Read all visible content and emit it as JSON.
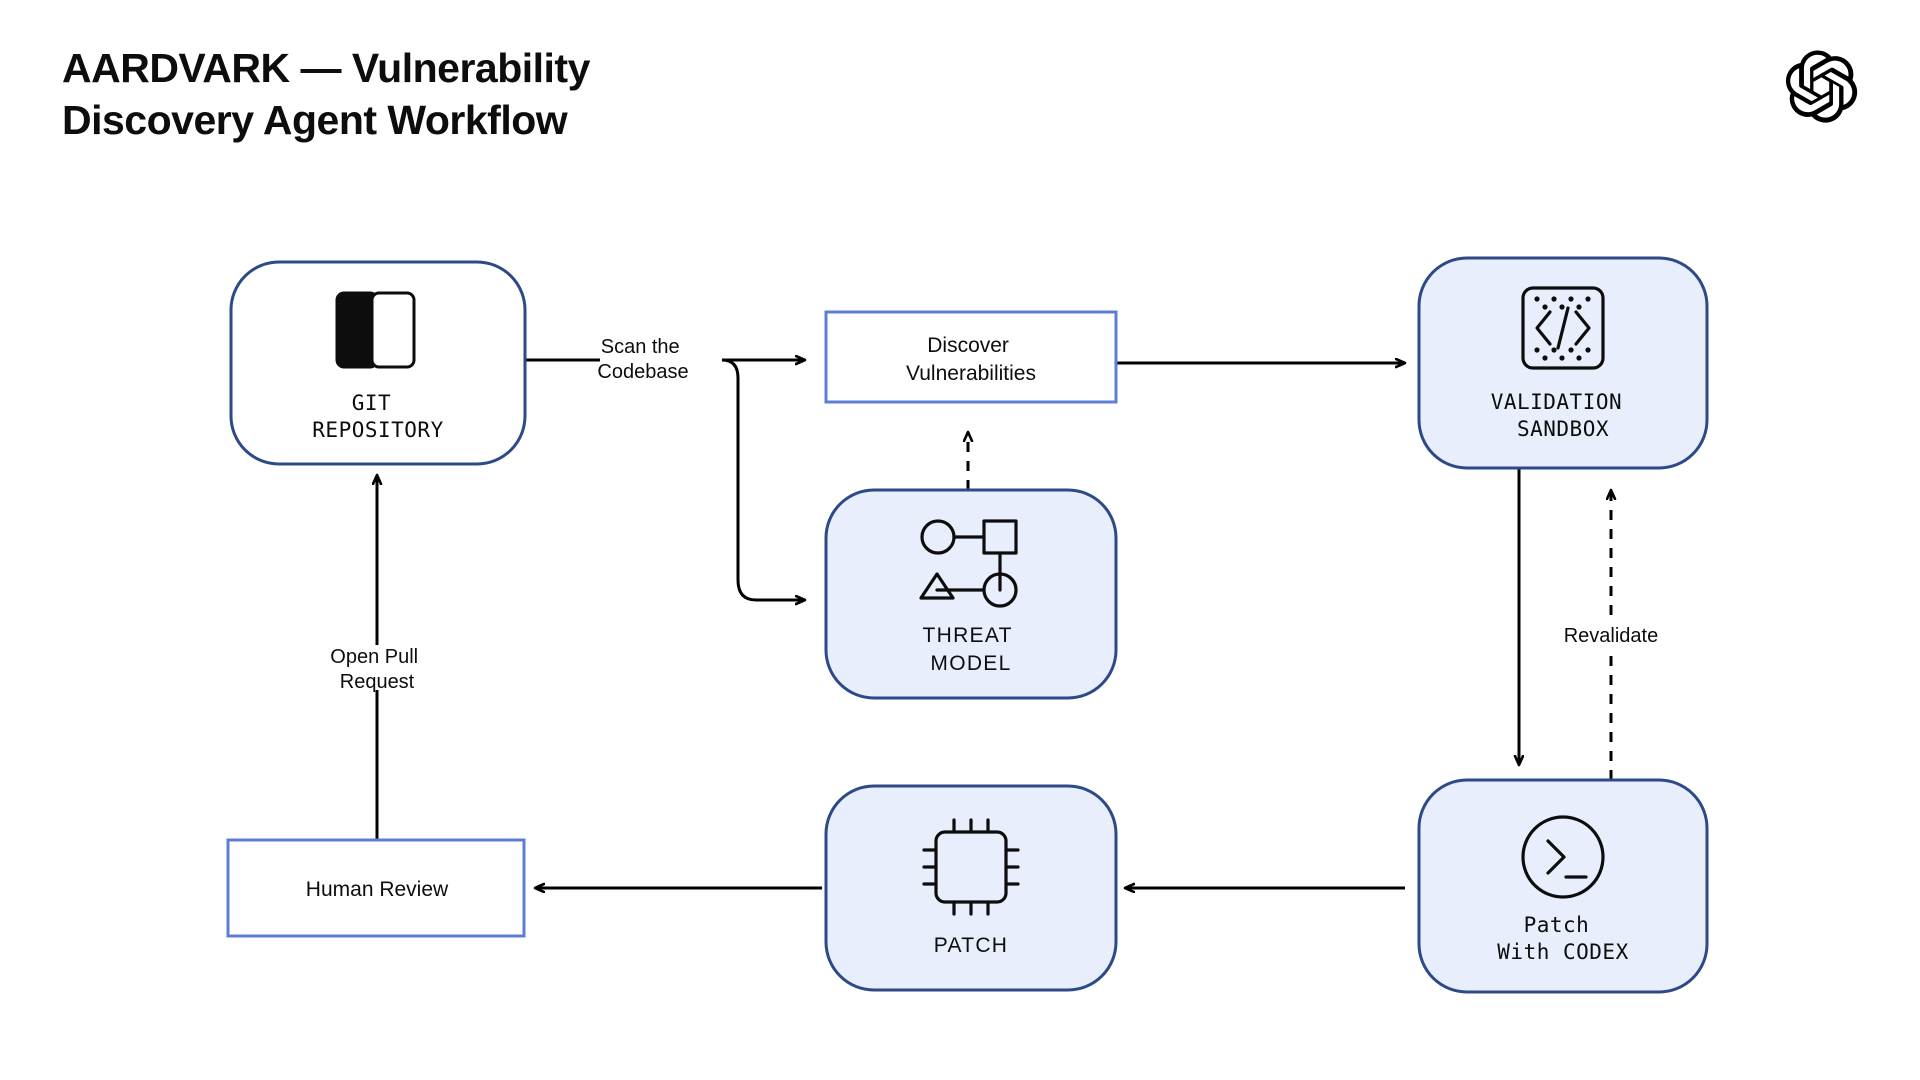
{
  "header": {
    "title": "AARDVARK — Vulnerability\nDiscovery Agent Workflow",
    "logo_name": "openai-logo"
  },
  "colors": {
    "background": "#ffffff",
    "node_fill_light_blue": "#e8eefc",
    "node_fill_white": "#ffffff",
    "node_border_dark_blue": "#2b4a87",
    "rect_border_blue": "#5b7fd4",
    "edge_black": "#000000",
    "text_black": "#0d0d0d"
  },
  "chart_data": {
    "type": "diagram",
    "title": "AARDVARK — Vulnerability Discovery Agent Workflow",
    "nodes": [
      {
        "id": "git-repository",
        "label": "GIT\nREPOSITORY",
        "shape": "rounded-rect",
        "fill": "#ffffff",
        "border": "#2b4a87",
        "icon": "repository-icon",
        "label_style": "mono-uppercase"
      },
      {
        "id": "discover-vulnerabilities",
        "label": "Discover\nVulnerabilities",
        "shape": "rect",
        "fill": "#ffffff",
        "border": "#5b7fd4",
        "icon": null,
        "label_style": "sans"
      },
      {
        "id": "threat-model",
        "label": "THREAT\nMODEL",
        "shape": "rounded-rect",
        "fill": "#e8eefc",
        "border": "#2b4a87",
        "icon": "threat-graph-icon",
        "label_style": "sans-uppercase"
      },
      {
        "id": "validation-sandbox",
        "label": "VALIDATION\nSANDBOX",
        "shape": "rounded-rect",
        "fill": "#e8eefc",
        "border": "#2b4a87",
        "icon": "code-sandbox-icon",
        "label_style": "mono-uppercase"
      },
      {
        "id": "patch-with-codex",
        "label": "Patch\nWith CODEX",
        "shape": "rounded-rect",
        "fill": "#e8eefc",
        "border": "#2b4a87",
        "icon": "terminal-prompt-icon",
        "label_style": "mono"
      },
      {
        "id": "patch",
        "label": "PATCH",
        "shape": "rounded-rect",
        "fill": "#e8eefc",
        "border": "#2b4a87",
        "icon": "chip-icon",
        "label_style": "sans-uppercase"
      },
      {
        "id": "human-review",
        "label": "Human Review",
        "shape": "rect",
        "fill": "#ffffff",
        "border": "#5b7fd4",
        "icon": null,
        "label_style": "sans"
      }
    ],
    "edges": [
      {
        "from": "git-repository",
        "to": "discover-vulnerabilities",
        "label": "Scan the\nCodebase",
        "style": "solid",
        "arrow": true
      },
      {
        "from": "git-repository",
        "to": "threat-model",
        "label": "",
        "style": "solid",
        "arrow": true
      },
      {
        "from": "threat-model",
        "to": "discover-vulnerabilities",
        "label": "",
        "style": "dashed",
        "arrow": true
      },
      {
        "from": "discover-vulnerabilities",
        "to": "validation-sandbox",
        "label": "",
        "style": "solid",
        "arrow": true
      },
      {
        "from": "validation-sandbox",
        "to": "patch-with-codex",
        "label": "",
        "style": "solid",
        "arrow": true
      },
      {
        "from": "patch-with-codex",
        "to": "validation-sandbox",
        "label": "Revalidate",
        "style": "dashed",
        "arrow": true
      },
      {
        "from": "patch-with-codex",
        "to": "patch",
        "label": "",
        "style": "solid",
        "arrow": true
      },
      {
        "from": "patch",
        "to": "human-review",
        "label": "",
        "style": "solid",
        "arrow": true
      },
      {
        "from": "human-review",
        "to": "git-repository",
        "label": "Open Pull\nRequest",
        "style": "solid",
        "arrow": true
      }
    ],
    "edge_labels": [
      "Scan the Codebase",
      "Revalidate",
      "Open Pull Request"
    ]
  },
  "nodes": {
    "git_repository": {
      "line1": "GIT",
      "line2": "REPOSITORY"
    },
    "discover_vulnerabilities": {
      "line1": "Discover",
      "line2": "Vulnerabilities"
    },
    "threat_model": {
      "line1": "THREAT",
      "line2": "MODEL"
    },
    "validation_sandbox": {
      "line1": "VALIDATION",
      "line2": "SANDBOX"
    },
    "patch_with_codex": {
      "line1": "Patch",
      "line2": "With CODEX"
    },
    "patch": {
      "line1": "PATCH"
    },
    "human_review": {
      "line1": "Human Review"
    }
  },
  "edge_labels": {
    "scan_codebase": {
      "line1": "Scan the",
      "line2": "Codebase"
    },
    "revalidate": {
      "line1": "Revalidate"
    },
    "open_pull_request": {
      "line1": "Open Pull",
      "line2": "Request"
    }
  }
}
